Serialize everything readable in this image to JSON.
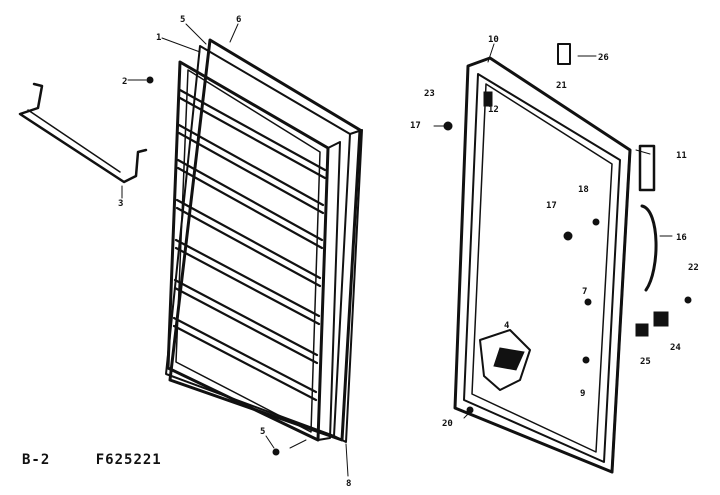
{
  "footer": {
    "section": "B-2",
    "drawing_number": "F625221"
  },
  "callouts": {
    "left_door": [
      "1",
      "5",
      "6",
      "2",
      "3",
      "5",
      "8"
    ],
    "right_door": [
      "10",
      "26",
      "21",
      "23",
      "12",
      "17",
      "18",
      "17",
      "11",
      "16",
      "22",
      "7",
      "4",
      "25",
      "24",
      "9",
      "20"
    ]
  }
}
